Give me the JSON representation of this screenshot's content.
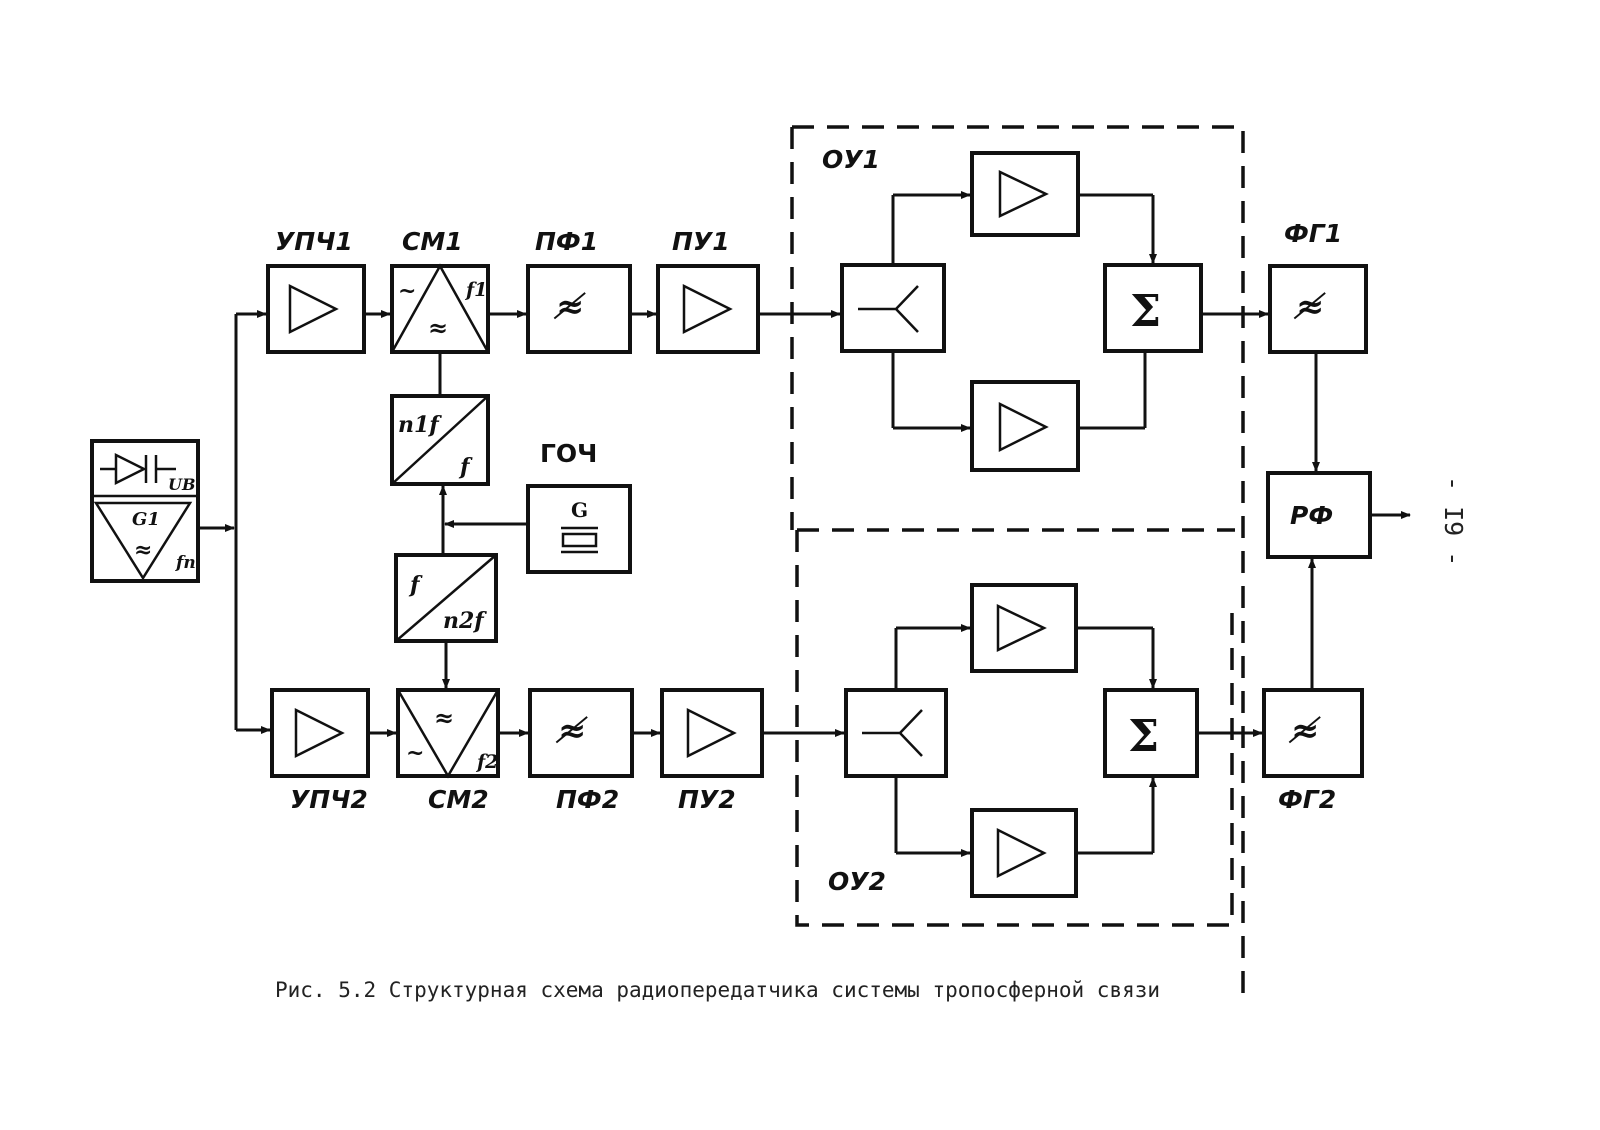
{
  "labels": {
    "upch1": "УПЧ1",
    "cm1": "СМ1",
    "pf1": "ПФ1",
    "pu1": "ПУ1",
    "ou1": "ОУ1",
    "fg1": "ФГ1",
    "upch2": "УПЧ2",
    "cm2": "СМ2",
    "pf2": "ПФ2",
    "pu2": "ПУ2",
    "ou2": "ОУ2",
    "fg2": "ФГ2",
    "goch": "ГОЧ",
    "rf": "РФ"
  },
  "symbols": {
    "ub": "UB",
    "g1": "G1",
    "fn": "fп",
    "f1": "f1",
    "f2": "f2",
    "n1f": "n1f",
    "n2f": "n2f",
    "f": "f",
    "g": "G",
    "sum": "Σ",
    "tilde": "~",
    "approx": "≈"
  },
  "caption": "Рис. 5.2  Структурная схема радиопередатчика системы тропосферной связи",
  "page_number": "- I9 -"
}
